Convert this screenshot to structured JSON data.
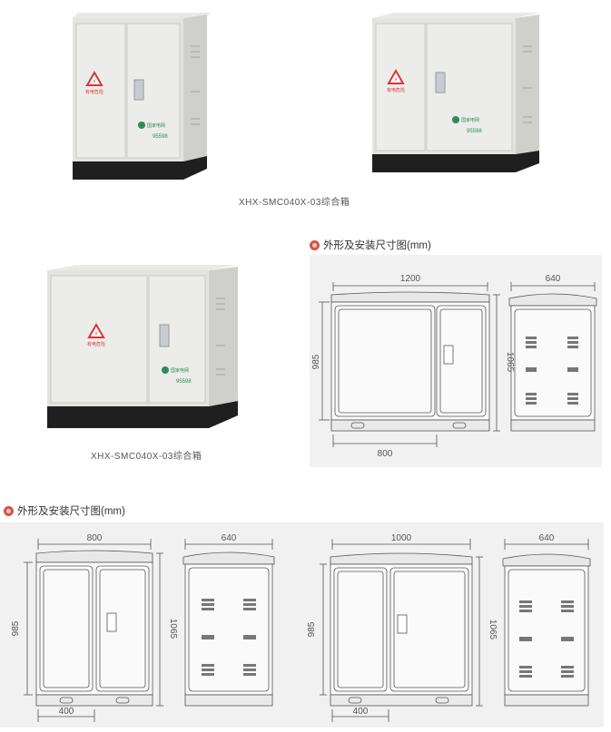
{
  "photos": [
    {
      "logo": "国家电网",
      "caution": "有电危险",
      "badge": "95598"
    },
    {
      "logo": "国家电网",
      "caution": "有电危险",
      "badge": "95598"
    },
    {
      "logo": "国家电网",
      "caution": "有电危险",
      "badge": "95598",
      "caption": "XHX-SMC040X-03综合箱"
    }
  ],
  "top_caption": "XHX-SMC040X-03综合箱",
  "section_title": "外形及安装尺寸图(mm)",
  "drawings": {
    "d1200": {
      "width": "1200",
      "height_inner": "985",
      "height_outer": "1065",
      "base": "800"
    },
    "side_a": {
      "depth": "640"
    },
    "d800": {
      "width": "800",
      "height_inner": "985",
      "height_outer": "1065",
      "base": "400"
    },
    "side_b": {
      "depth": "640"
    },
    "d1000": {
      "width": "1000",
      "height_inner": "985",
      "height_outer": "1065",
      "base": "400"
    },
    "side_c": {
      "depth": "640"
    }
  }
}
